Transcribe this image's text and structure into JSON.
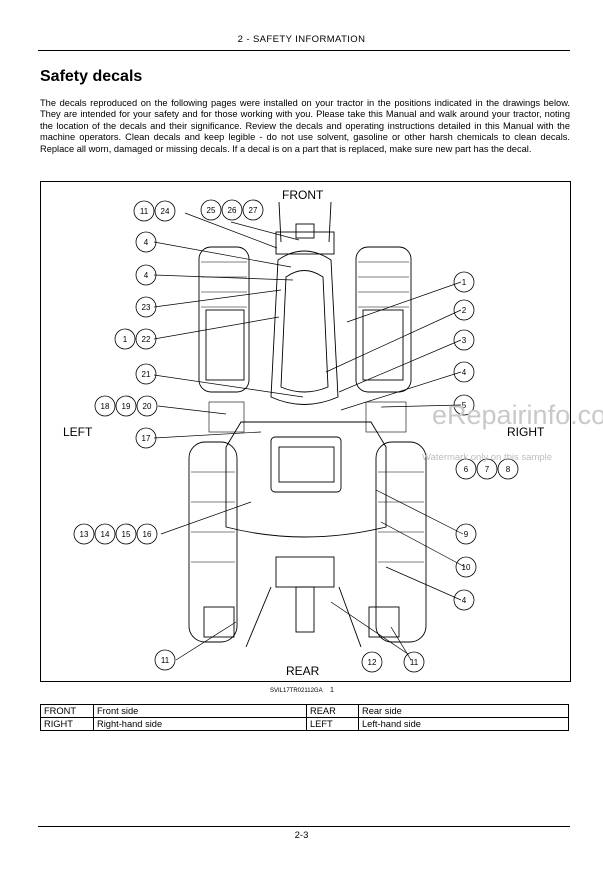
{
  "header": {
    "section": "2 - SAFETY INFORMATION"
  },
  "title": "Safety decals",
  "intro": "The decals reproduced on the following pages were installed on your tractor in the positions indicated in the drawings below.  They are intended for your safety and for those working with you.  Please take this Manual and walk around your tractor, noting the location of the decals and their significance.  Review the decals and operating instructions detailed in this Manual with the machine operators.  Clean decals and keep legible - do not use solvent, gasoline or other harsh chemicals to clean decals.  Replace all worn, damaged or missing decals.  If a decal is on a part that is replaced, make sure new part has the decal.",
  "figure": {
    "labels": {
      "front": "FRONT",
      "rear": "REAR",
      "left": "LEFT",
      "right": "RIGHT"
    },
    "callouts_left": [
      "11",
      "24",
      "4",
      "4",
      "23",
      "1",
      "22",
      "21",
      "18",
      "19",
      "20",
      "17",
      "13",
      "14",
      "15",
      "16",
      "11"
    ],
    "callouts_top": [
      "25",
      "26",
      "27"
    ],
    "callouts_right": [
      "1",
      "2",
      "3",
      "4",
      "5",
      "6",
      "7",
      "8",
      "9",
      "10",
      "4",
      "11",
      "12"
    ],
    "code": "SVIL17TR02112GA",
    "number": "1"
  },
  "watermark": {
    "main": "eRepairinfo.com",
    "sub": "Watermark only on this sample"
  },
  "legend": [
    {
      "code1": "FRONT",
      "desc1": "Front side",
      "code2": "REAR",
      "desc2": "Rear side"
    },
    {
      "code1": "RIGHT",
      "desc1": "Right-hand side",
      "code2": "LEFT",
      "desc2": "Left-hand side"
    }
  ],
  "footer": {
    "page": "2-3"
  }
}
